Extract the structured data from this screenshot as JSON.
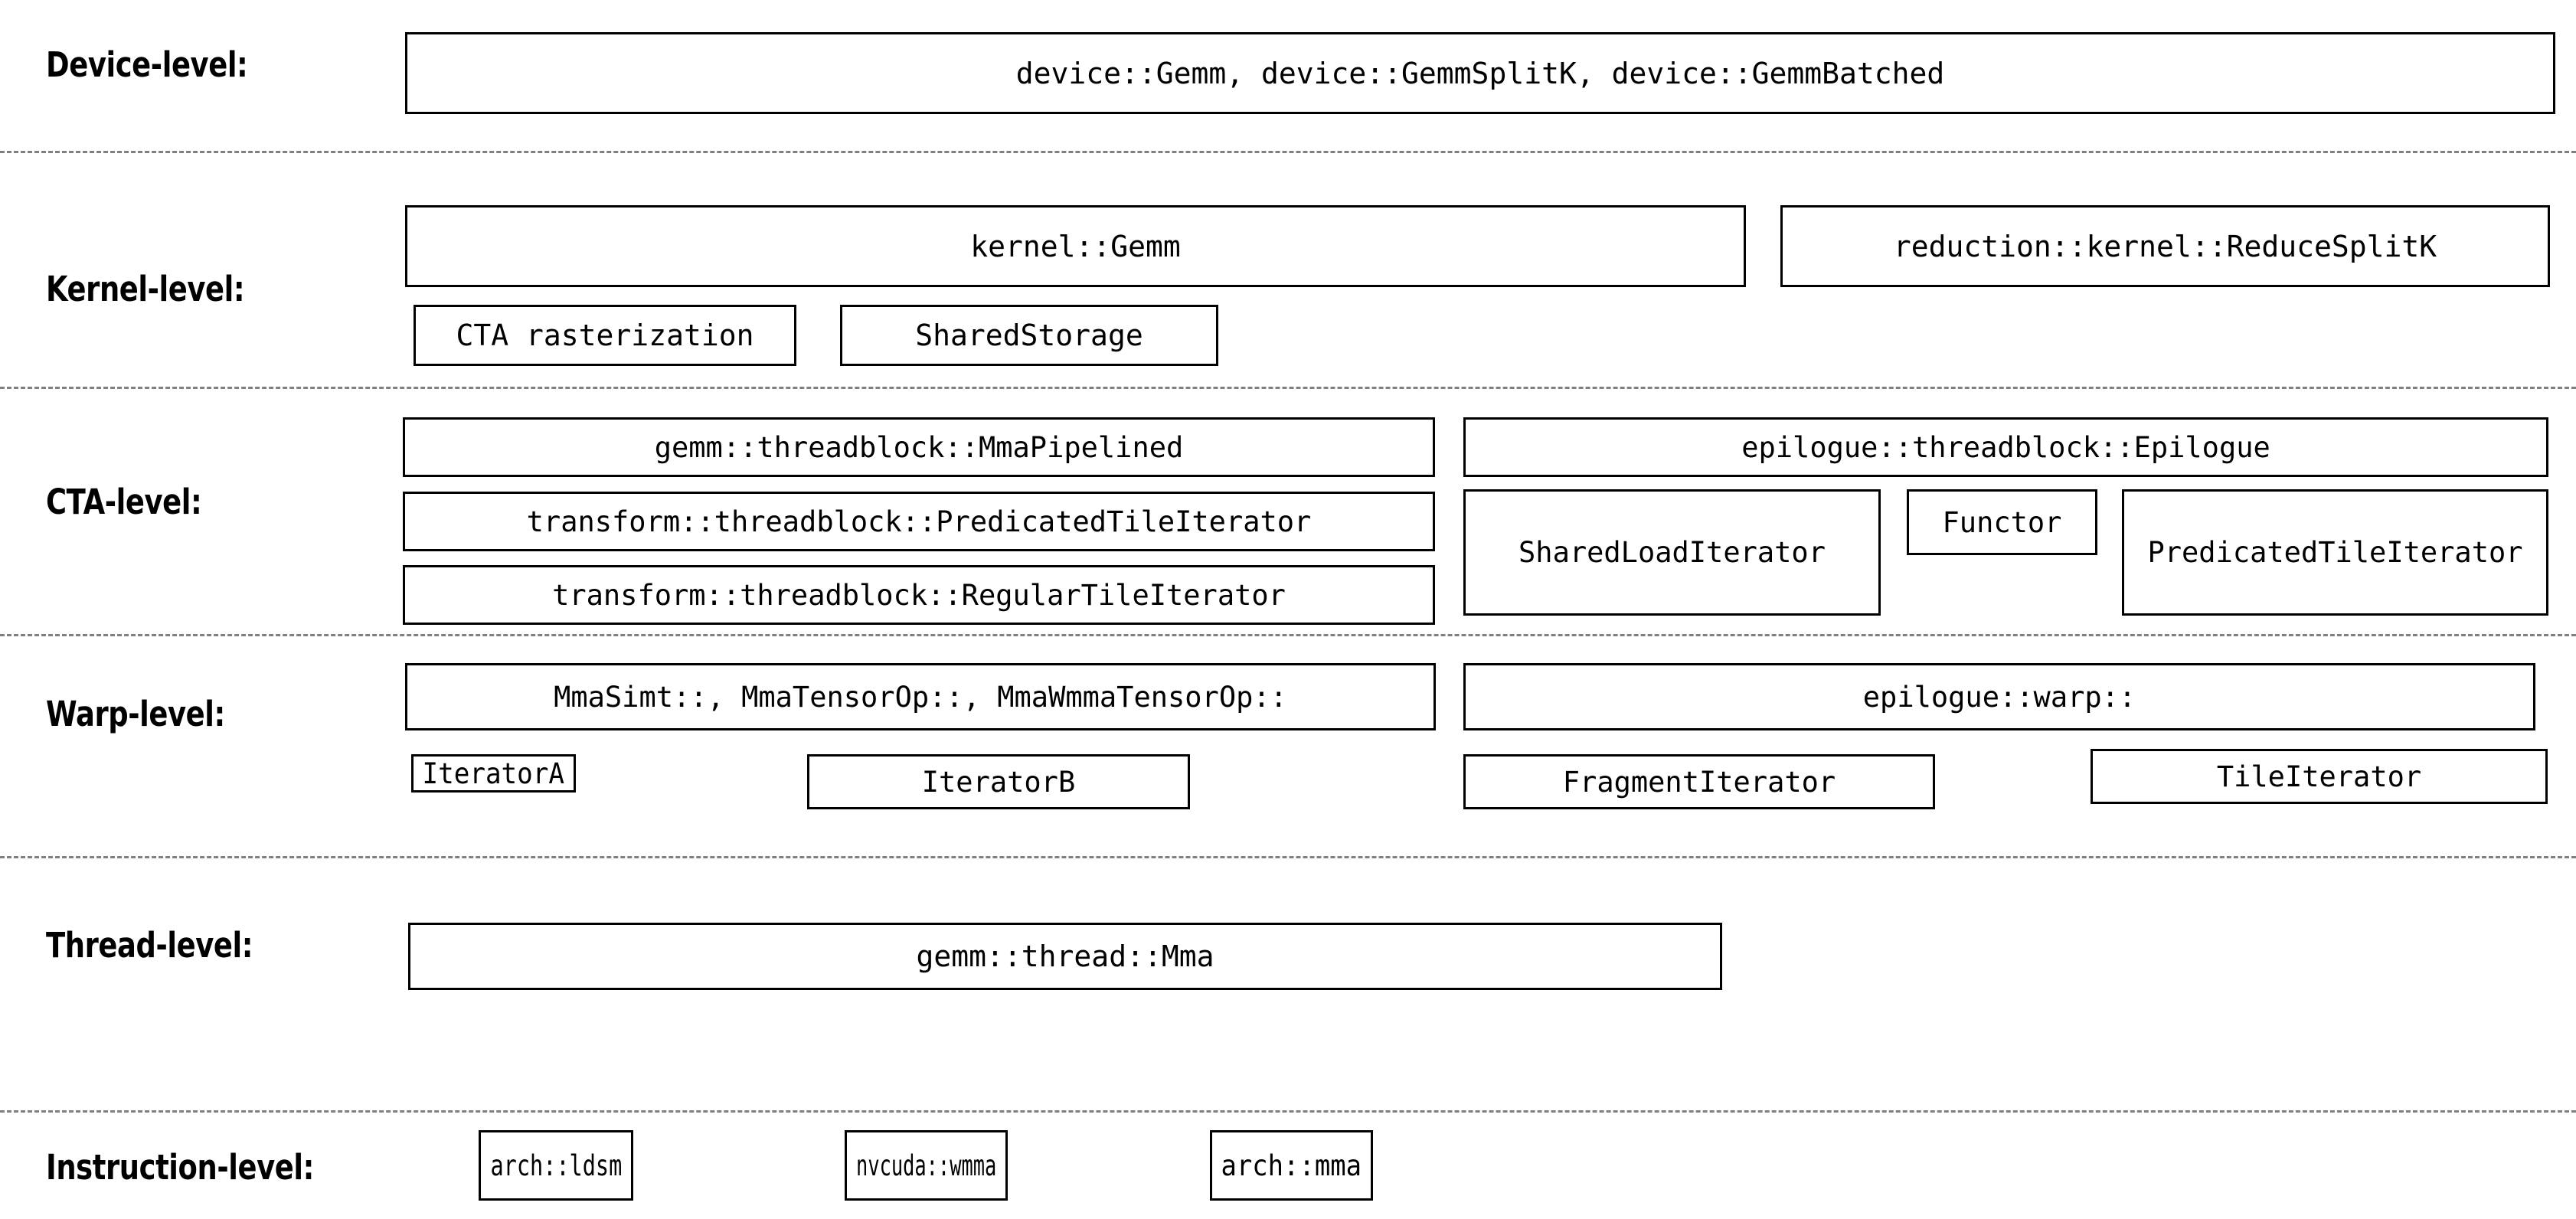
{
  "diagram": {
    "title": "CUTLASS GEMM hierarchy",
    "separator_color": "#808080",
    "box_border_color": "#000000",
    "background": "#ffffff"
  },
  "levels": [
    {
      "label": "Device-level:",
      "boxes": [
        {
          "text": "device::Gemm, device::GemmSplitK, device::GemmBatched"
        }
      ]
    },
    {
      "label": "Kernel-level:",
      "boxes": [
        {
          "text": "kernel::Gemm"
        },
        {
          "text": "reduction::kernel::ReduceSplitK"
        },
        {
          "text": "CTA rasterization"
        },
        {
          "text": "SharedStorage"
        }
      ]
    },
    {
      "label": "CTA-level:",
      "boxes": [
        {
          "text": "gemm::threadblock::MmaPipelined"
        },
        {
          "text": "epilogue::threadblock::Epilogue"
        },
        {
          "text": "transform::threadblock::PredicatedTileIterator"
        },
        {
          "text": "SharedLoadIterator"
        },
        {
          "text": "Functor"
        },
        {
          "text": "PredicatedTileIterator"
        },
        {
          "text": "transform::threadblock::RegularTileIterator"
        }
      ]
    },
    {
      "label": "Warp-level:",
      "boxes": [
        {
          "text": "MmaSimt::, MmaTensorOp::, MmaWmmaTensorOp::"
        },
        {
          "text": "epilogue::warp::"
        },
        {
          "text": "IteratorA"
        },
        {
          "text": "IteratorB"
        },
        {
          "text": "FragmentIterator"
        },
        {
          "text": "TileIterator"
        }
      ]
    },
    {
      "label": "Thread-level:",
      "boxes": [
        {
          "text": "gemm::thread::Mma"
        }
      ]
    },
    {
      "label": "Instruction-level:",
      "boxes": [
        {
          "text": "arch::ldsm"
        },
        {
          "text": "nvcuda::wmma"
        },
        {
          "text": "arch::mma"
        }
      ]
    }
  ]
}
